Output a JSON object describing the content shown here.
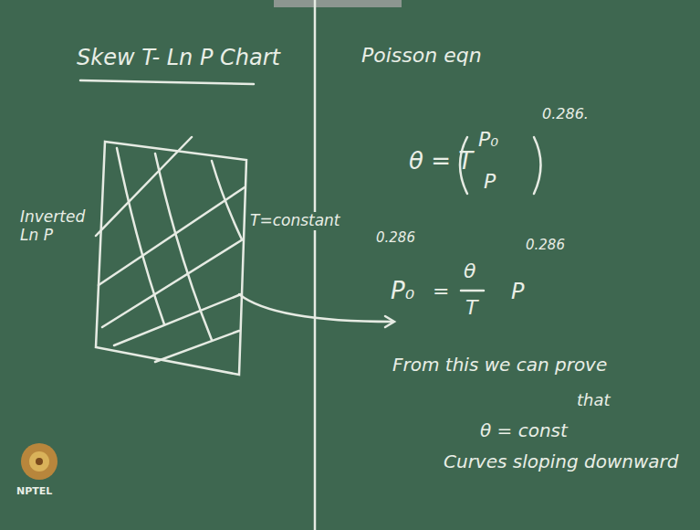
{
  "diagram": {
    "title": "Skew T- Ln P Chart",
    "labels": [
      "Inverted Ln P",
      "T=constant",
      "Poisson eqn",
      "0.286.",
      "θ = T",
      "P₀",
      "P",
      "0.286",
      "P₀",
      "=",
      "θ",
      "T",
      "P",
      "0.286",
      "From this we can prove",
      "that",
      "θ = const",
      "Curves sloping downward",
      "NPTEL"
    ]
  }
}
